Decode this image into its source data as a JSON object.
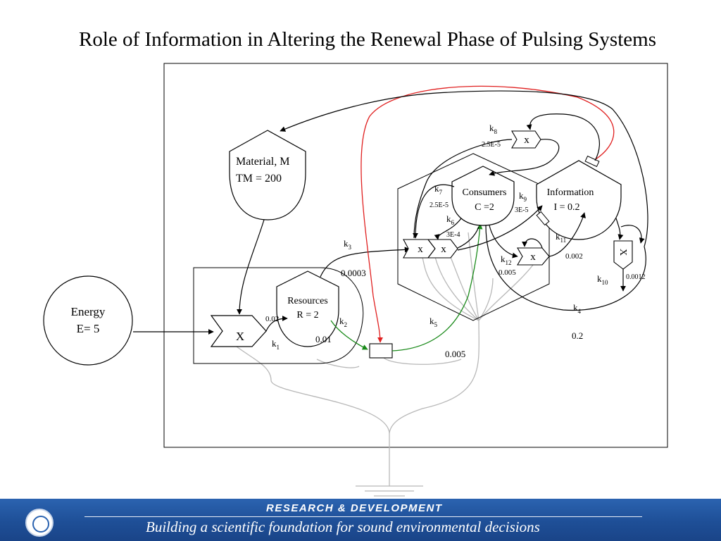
{
  "slide": {
    "title": "Role of Information in Altering the Renewal Phase of  Pulsing Systems"
  },
  "nodes": {
    "energy": [
      "Energy",
      "E= 5"
    ],
    "material": [
      "Material, M",
      "TM = 200"
    ],
    "resources": [
      "Resources",
      "R = 2"
    ],
    "consumers": [
      "Consumers",
      "C =2"
    ],
    "information": [
      "Information",
      "I = 0.2"
    ]
  },
  "interactions": {
    "x_main": "X",
    "x_small": "x",
    "x_vertical": "X"
  },
  "rates": {
    "k1": {
      "label": "k",
      "sub": "1"
    },
    "k1_value": "0.02",
    "k2": {
      "label": "k",
      "sub": "2"
    },
    "k2_value": "0.01",
    "k3": {
      "label": "k",
      "sub": "3"
    },
    "k3_value": "0.0003",
    "k4": {
      "label": "k",
      "sub": "4"
    },
    "k4_value": "0.2",
    "k5": {
      "label": "k",
      "sub": "5"
    },
    "k5_value": "0.005",
    "k6": {
      "label": "k",
      "sub": "6"
    },
    "k6_value": "3E-4",
    "k7": {
      "label": "k",
      "sub": "7"
    },
    "k7_value": "2.5E-5",
    "k8": {
      "label": "k",
      "sub": "8"
    },
    "k8_value": "2.5E-5",
    "k9": {
      "label": "k",
      "sub": "9"
    },
    "k9_value": "3E-5",
    "k10": {
      "label": "k",
      "sub": "10"
    },
    "k10_value": "0.0012",
    "k11": {
      "label": "k",
      "sub": "11"
    },
    "k11_value": "0.002",
    "k12": {
      "label": "k",
      "sub": "12"
    },
    "k12_value": "0.005"
  },
  "footer": {
    "line1": "RESEARCH &  DEVELOPMENT",
    "line2": "Building a scientific foundation for sound environmental decisions"
  },
  "colors": {
    "red_flow": "#e02020",
    "green_flow": "#1a8a1a",
    "heat_sink": "#b8b8b8",
    "footer_bg": "#1e4f97"
  },
  "icons": {
    "footer_seal": "epa-seal-icon"
  }
}
